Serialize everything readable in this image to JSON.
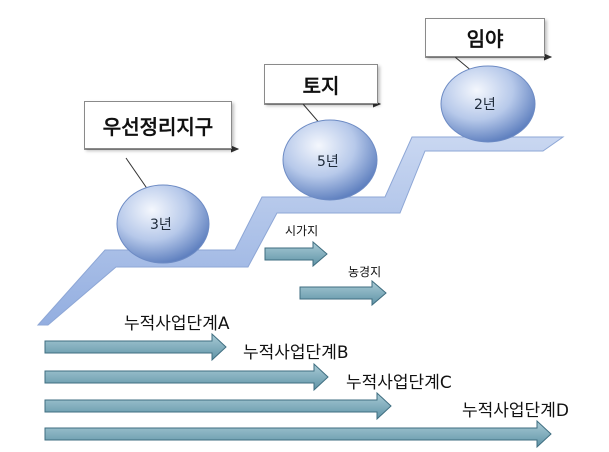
{
  "stages": [
    {
      "zone": "우선정리지구",
      "years": "3년"
    },
    {
      "zone": "토지",
      "years": "5년"
    },
    {
      "zone": "임야",
      "years": "2년"
    }
  ],
  "land_types": [
    "시가지",
    "농경지"
  ],
  "cumulative_stages": [
    "누적사업단계A",
    "누적사업단계B",
    "누적사업단계C",
    "누적사업단계D"
  ],
  "colors": {
    "step_fill": "#a9bfe6",
    "arrow_fill": "#7fa9b8",
    "arrow_edge": "#3f6e80",
    "sphere_light": "#eef3fb",
    "sphere_dark": "#6f8fc8"
  }
}
